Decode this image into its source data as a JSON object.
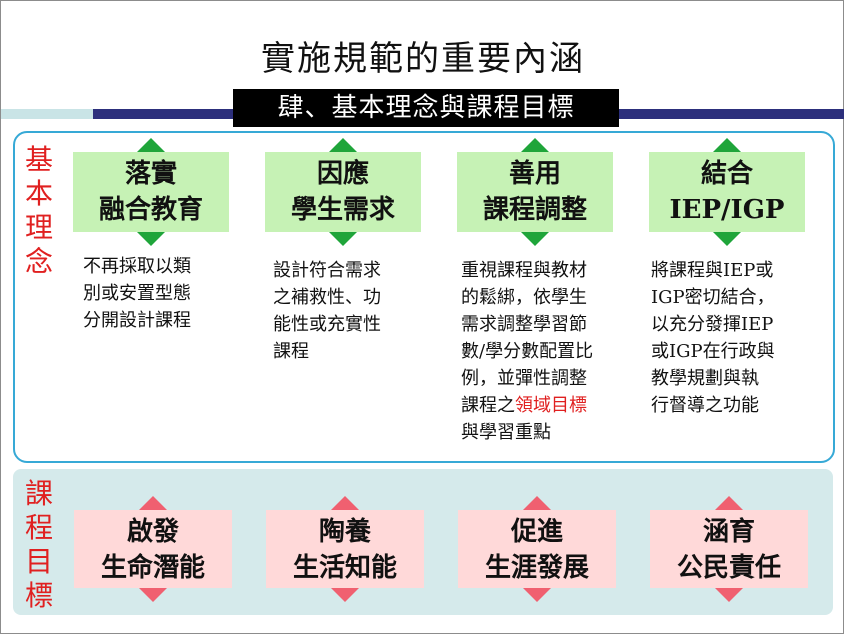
{
  "title": "實施規範的重要內涵",
  "subtitle": "肆、基本理念與課程目標",
  "basic_concept": {
    "label_chars": [
      "基",
      "本",
      "理",
      "念"
    ],
    "items": [
      {
        "line1": "落實",
        "line2": "融合教育",
        "desc": "不再採取以類\n別或安置型態\n分開設計課程"
      },
      {
        "line1": "因應",
        "line2": "學生需求",
        "desc": "設計符合需求\n之補救性、功\n能性或充實性\n課程"
      },
      {
        "line1": "善用",
        "line2": "課程調整",
        "desc_pre": "重視課程與教材\n的鬆綁，依學生\n需求調整學習節\n數/學分數配置比\n例，並彈性調整\n課程之",
        "desc_highlight": "領域目標",
        "desc_post": "\n與學習重點"
      },
      {
        "line1": "結合",
        "line2": "IEP/IGP",
        "desc": "將課程與IEP或\nIGP密切結合，\n以充分發揮IEP\n或IGP在行政與\n教學規劃與執\n行督導之功能"
      }
    ]
  },
  "curriculum_goals": {
    "label_chars": [
      "課",
      "程",
      "目",
      "標"
    ],
    "items": [
      {
        "line1": "啟發",
        "line2": "生命潛能"
      },
      {
        "line1": "陶養",
        "line2": "生活知能"
      },
      {
        "line1": "促進",
        "line2": "生涯發展"
      },
      {
        "line1": "涵育",
        "line2": "公民責任"
      }
    ]
  },
  "colors": {
    "green_box": "#c6f2b5",
    "green_arrow": "#1fa53a",
    "pink_box": "#ffd9d9",
    "pink_arrow": "#f06070",
    "label_red": "#e02020",
    "panel_border": "#36a9d6",
    "bottom_panel": "#d5eaeb",
    "navy_bar": "#2c2f7c"
  }
}
